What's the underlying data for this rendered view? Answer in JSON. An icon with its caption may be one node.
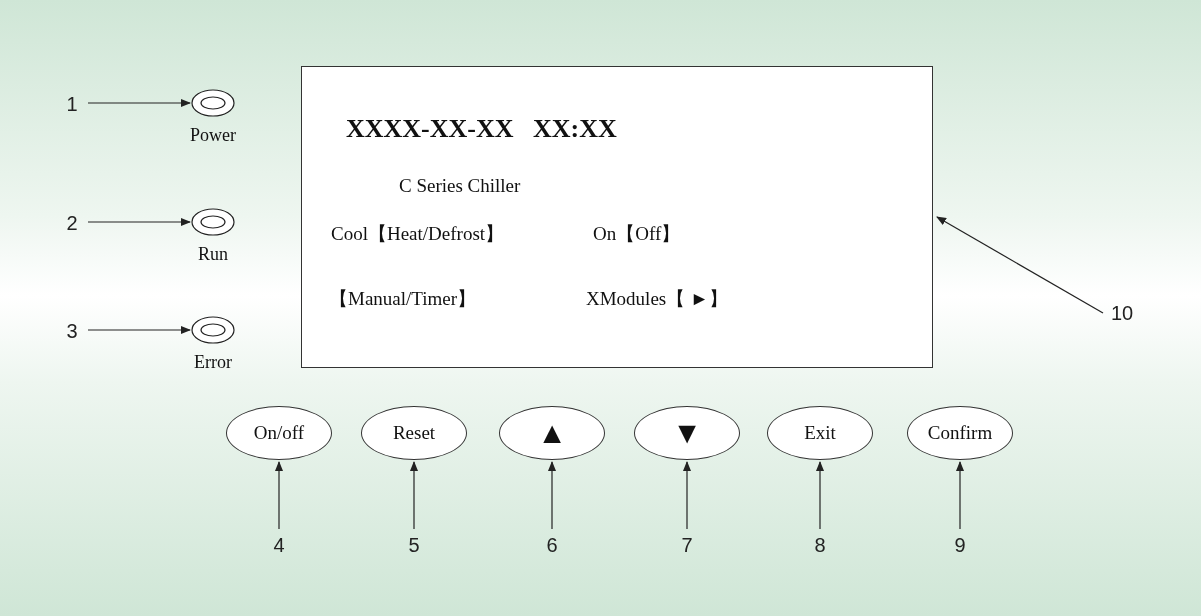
{
  "diagram": {
    "nodes": [
      {
        "text": [
          "1"
        ]
      },
      {
        "text": [
          "Power"
        ]
      },
      {
        "text": [
          "2"
        ]
      },
      {
        "text": [
          "Run"
        ]
      },
      {
        "text": [
          "3"
        ]
      },
      {
        "text": [
          "Error"
        ]
      },
      {
        "text": [
          "XXXX-XX-XX   XX:XX",
          "C Series Chiller",
          "Cool【Heat/Defrost】",
          "On【Off】",
          "【Manual/Timer】",
          "XModules【 ►】"
        ]
      },
      {
        "text": [
          "10"
        ]
      },
      {
        "text": [
          "On/off"
        ]
      },
      {
        "text": [
          "Reset"
        ]
      },
      {
        "text": [
          "▲"
        ]
      },
      {
        "text": [
          "▼"
        ]
      },
      {
        "text": [
          "Exit"
        ]
      },
      {
        "text": [
          "Confirm"
        ]
      },
      {
        "text": [
          "4"
        ]
      },
      {
        "text": [
          "5"
        ]
      },
      {
        "text": [
          "6"
        ]
      },
      {
        "text": [
          "7"
        ]
      },
      {
        "text": [
          "8"
        ]
      },
      {
        "text": [
          "9"
        ]
      }
    ],
    "edges": [
      {
        "from": 0,
        "to": 1,
        "arrow": "to"
      },
      {
        "from": 2,
        "to": 3,
        "arrow": "to"
      },
      {
        "from": 4,
        "to": 5,
        "arrow": "to"
      },
      {
        "from": 7,
        "to": 6,
        "arrow": "to"
      },
      {
        "from": 14,
        "to": 8,
        "arrow": "to"
      },
      {
        "from": 15,
        "to": 9,
        "arrow": "to"
      },
      {
        "from": 16,
        "to": 10,
        "arrow": "to"
      },
      {
        "from": 17,
        "to": 11,
        "arrow": "to"
      },
      {
        "from": 18,
        "to": 12,
        "arrow": "to"
      },
      {
        "from": 19,
        "to": 13,
        "arrow": "to"
      }
    ]
  }
}
